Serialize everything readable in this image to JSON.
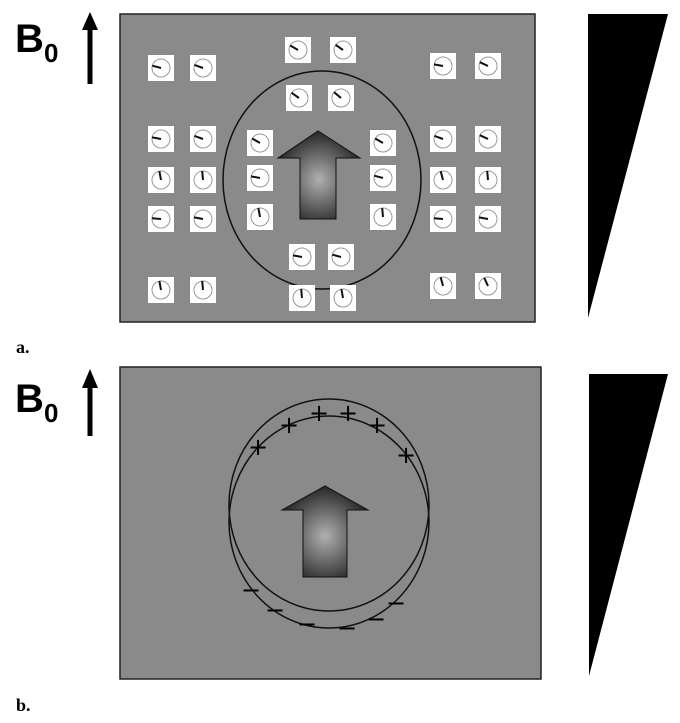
{
  "panels": [
    {
      "label": "a.",
      "field_label": "B",
      "field_subscript": "0"
    },
    {
      "label": "b.",
      "field_label": "B",
      "field_subscript": "0"
    }
  ],
  "colors": {
    "background": "#8a8a8a",
    "box_border": "#222222",
    "spin_tile": "#ffffff",
    "wedge": "#000000",
    "arrow_dark": "#1a1a1a",
    "arrow_light": "#a8a8a8"
  },
  "charges": {
    "positive": "+",
    "negative": "−"
  },
  "icons": [
    "field-arrow-icon",
    "magnetization-arrow-icon",
    "spin-dial-icon",
    "gradient-wedge-icon"
  ]
}
